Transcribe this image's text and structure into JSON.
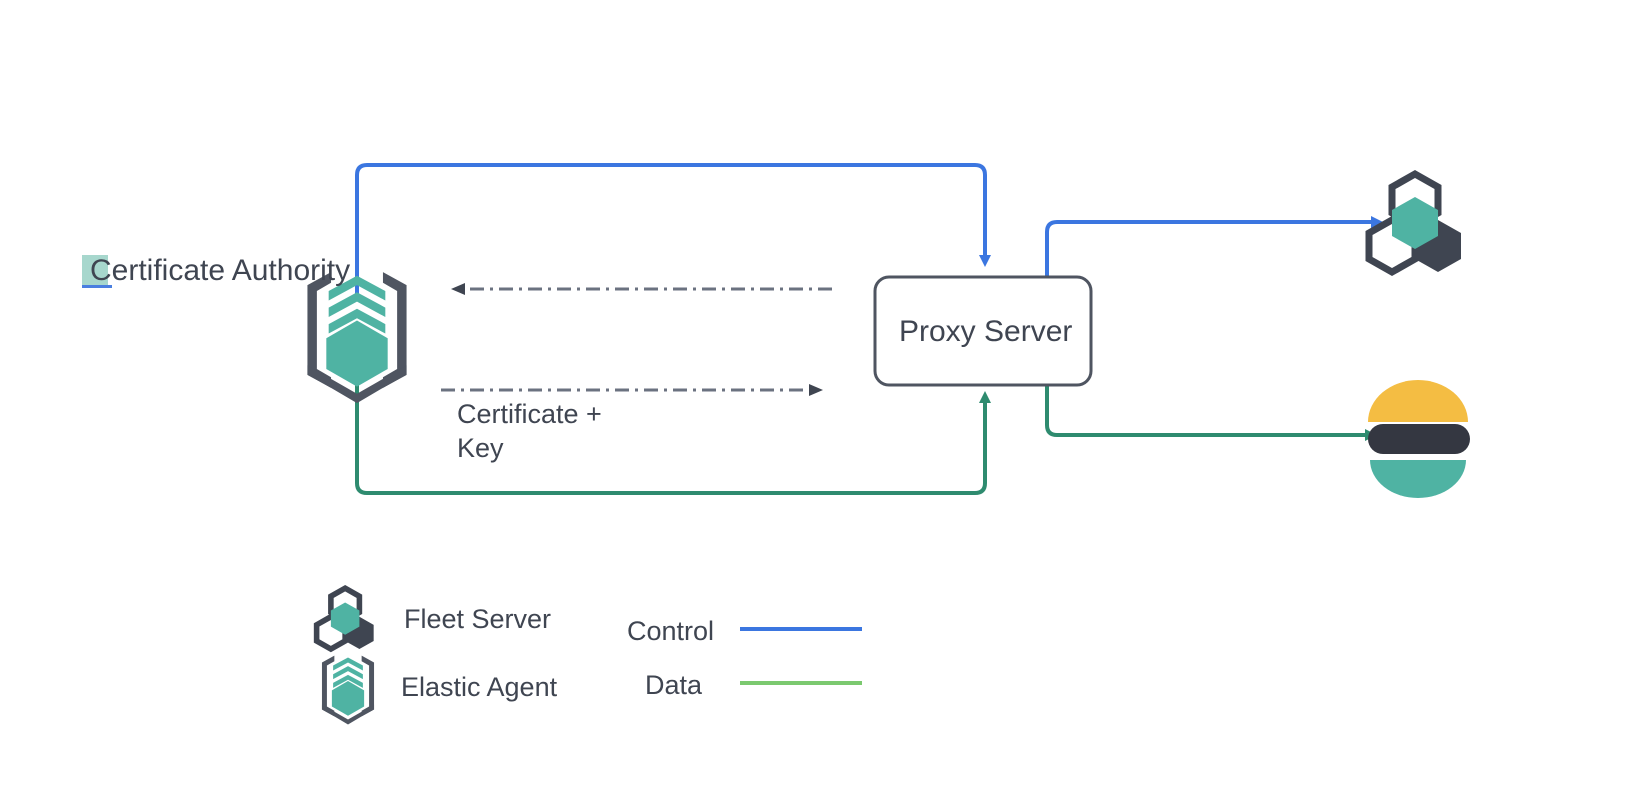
{
  "diagram": {
    "title": "Elastic Agent to Proxy Server certificate and traffic flow",
    "colors": {
      "control_blue": "#3b76e0",
      "data_green": "#2e8b6f",
      "legend_data_green": "#7bc96f",
      "dark_slate": "#3f4551",
      "teal": "#4fb3a3",
      "elastic_yellow": "#f4bd43",
      "elastic_dark": "#343741",
      "elastic_teal": "#4fb3a3",
      "selection_highlight": "#a7d7cd",
      "box_border": "#4f5561",
      "dash_gray": "#6b7280"
    },
    "nodes": [
      {
        "id": "certificate-authority",
        "label": "Certificate Authority",
        "icon": "elastic-agent-icon",
        "selected": true
      },
      {
        "id": "proxy-server",
        "label": "Proxy Server",
        "shape": "rounded-rectangle"
      },
      {
        "id": "fleet-server",
        "label": "",
        "icon": "fleet-server-icon"
      },
      {
        "id": "elasticsearch",
        "label": "",
        "icon": "elasticsearch-icon"
      }
    ],
    "edges": [
      {
        "id": "control-agent-to-proxy",
        "type": "control",
        "style": "solid",
        "color": "#3b76e0",
        "label": ""
      },
      {
        "id": "data-agent-to-proxy",
        "type": "data",
        "style": "solid",
        "color": "#2e8b6f",
        "label": ""
      },
      {
        "id": "control-proxy-to-fleet",
        "type": "control",
        "style": "solid",
        "color": "#3b76e0",
        "label": ""
      },
      {
        "id": "data-proxy-to-elasticsearch",
        "type": "data",
        "style": "solid",
        "color": "#2e8b6f",
        "label": ""
      },
      {
        "id": "cert-request",
        "type": "certificate",
        "style": "dash-dot",
        "color": "#6b7280",
        "label": ""
      },
      {
        "id": "cert-delivery",
        "type": "certificate",
        "style": "dash-dot",
        "color": "#6b7280",
        "label": "Certificate +\nKey"
      }
    ],
    "edge_labels": {
      "certificate_key_line1": "Certificate +",
      "certificate_key_line2": "Key"
    }
  },
  "legend": {
    "icons": [
      {
        "id": "fleet-server",
        "label": "Fleet Server",
        "icon": "fleet-server-icon"
      },
      {
        "id": "elastic-agent",
        "label": "Elastic Agent",
        "icon": "elastic-agent-icon"
      }
    ],
    "lines": [
      {
        "id": "control",
        "label": "Control",
        "color": "#3b76e0"
      },
      {
        "id": "data",
        "label": "Data",
        "color": "#7bc96f"
      }
    ]
  }
}
